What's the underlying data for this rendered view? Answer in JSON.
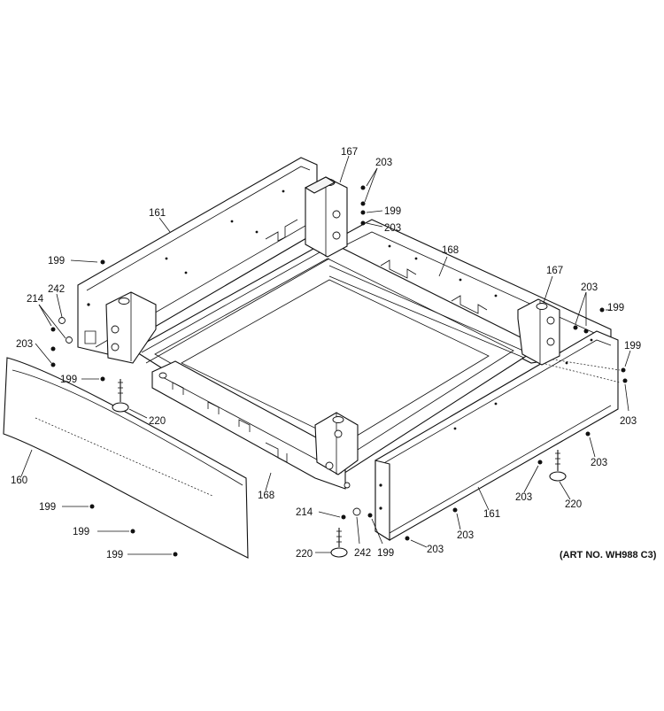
{
  "diagram": {
    "art_number": "(ART NO. WH988 C3)",
    "part_labels": [
      {
        "id": "l167a",
        "text": "167"
      },
      {
        "id": "l203a",
        "text": "203"
      },
      {
        "id": "l199a",
        "text": "199"
      },
      {
        "id": "l203b",
        "text": "203"
      },
      {
        "id": "l161a",
        "text": "161"
      },
      {
        "id": "l199b",
        "text": "199"
      },
      {
        "id": "l168a",
        "text": "168"
      },
      {
        "id": "l242a",
        "text": "242"
      },
      {
        "id": "l214a",
        "text": "214"
      },
      {
        "id": "l167b",
        "text": "167"
      },
      {
        "id": "l203c",
        "text": "203"
      },
      {
        "id": "l199c",
        "text": "199"
      },
      {
        "id": "l203d",
        "text": "203"
      },
      {
        "id": "l199d",
        "text": "199"
      },
      {
        "id": "l199e",
        "text": "199"
      },
      {
        "id": "l220a",
        "text": "220"
      },
      {
        "id": "l203e",
        "text": "203"
      },
      {
        "id": "l203f",
        "text": "203"
      },
      {
        "id": "l160",
        "text": "160"
      },
      {
        "id": "l168b",
        "text": "168"
      },
      {
        "id": "l203g",
        "text": "203"
      },
      {
        "id": "l220b",
        "text": "220"
      },
      {
        "id": "l199f",
        "text": "199"
      },
      {
        "id": "l161b",
        "text": "161"
      },
      {
        "id": "l214b",
        "text": "214"
      },
      {
        "id": "l203h",
        "text": "203"
      },
      {
        "id": "l199g",
        "text": "199"
      },
      {
        "id": "l203i",
        "text": "203"
      },
      {
        "id": "l220c",
        "text": "220"
      },
      {
        "id": "l242b",
        "text": "242"
      },
      {
        "id": "l199h",
        "text": "199"
      },
      {
        "id": "l199i",
        "text": "199"
      }
    ]
  }
}
